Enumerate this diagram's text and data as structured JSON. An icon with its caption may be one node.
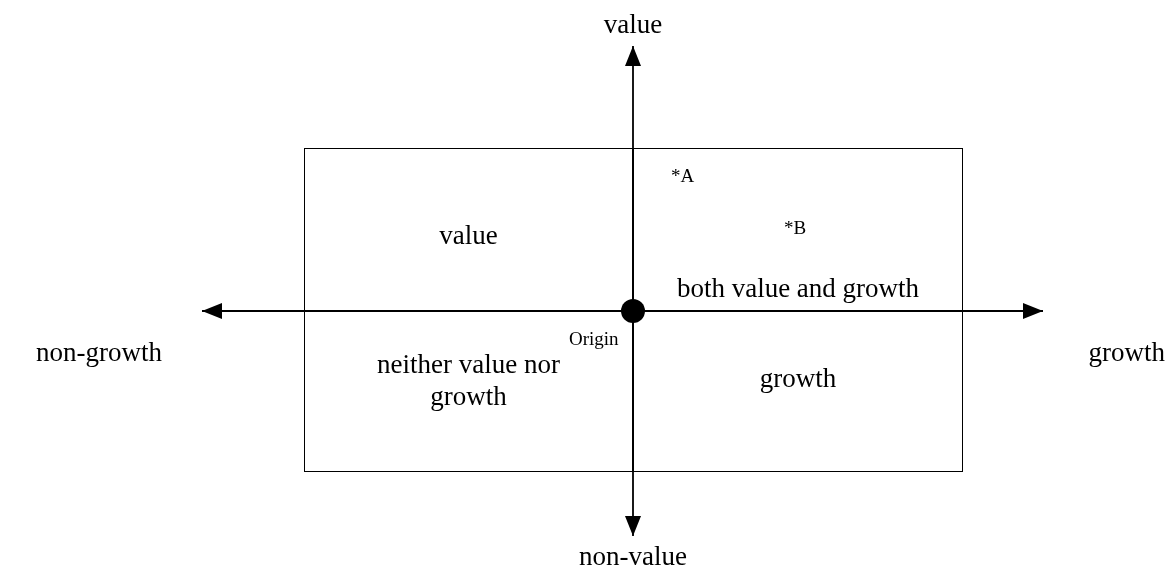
{
  "diagram": {
    "nodes": [
      {
        "text": [
          "value"
        ]
      },
      {
        "text": [
          "value"
        ]
      },
      {
        "text": [
          "both value and growth"
        ]
      },
      {
        "text": [
          "non-growth"
        ]
      },
      {
        "text": [],
        "shape": "circle"
      },
      {
        "text": [
          "growth"
        ]
      },
      {
        "text": [
          "neither value nor growth"
        ]
      },
      {
        "text": [
          "growth"
        ]
      },
      {
        "text": [
          "non-value"
        ]
      }
    ],
    "edges": [
      {
        "from": 4,
        "to": 0,
        "arrow": "to"
      },
      {
        "from": 4,
        "to": 3,
        "arrow": "to"
      },
      {
        "from": 4,
        "to": 5,
        "arrow": "to"
      },
      {
        "from": 4,
        "to": 8,
        "arrow": "to"
      }
    ],
    "labels": [
      "*A",
      "*B",
      "Origin"
    ]
  }
}
